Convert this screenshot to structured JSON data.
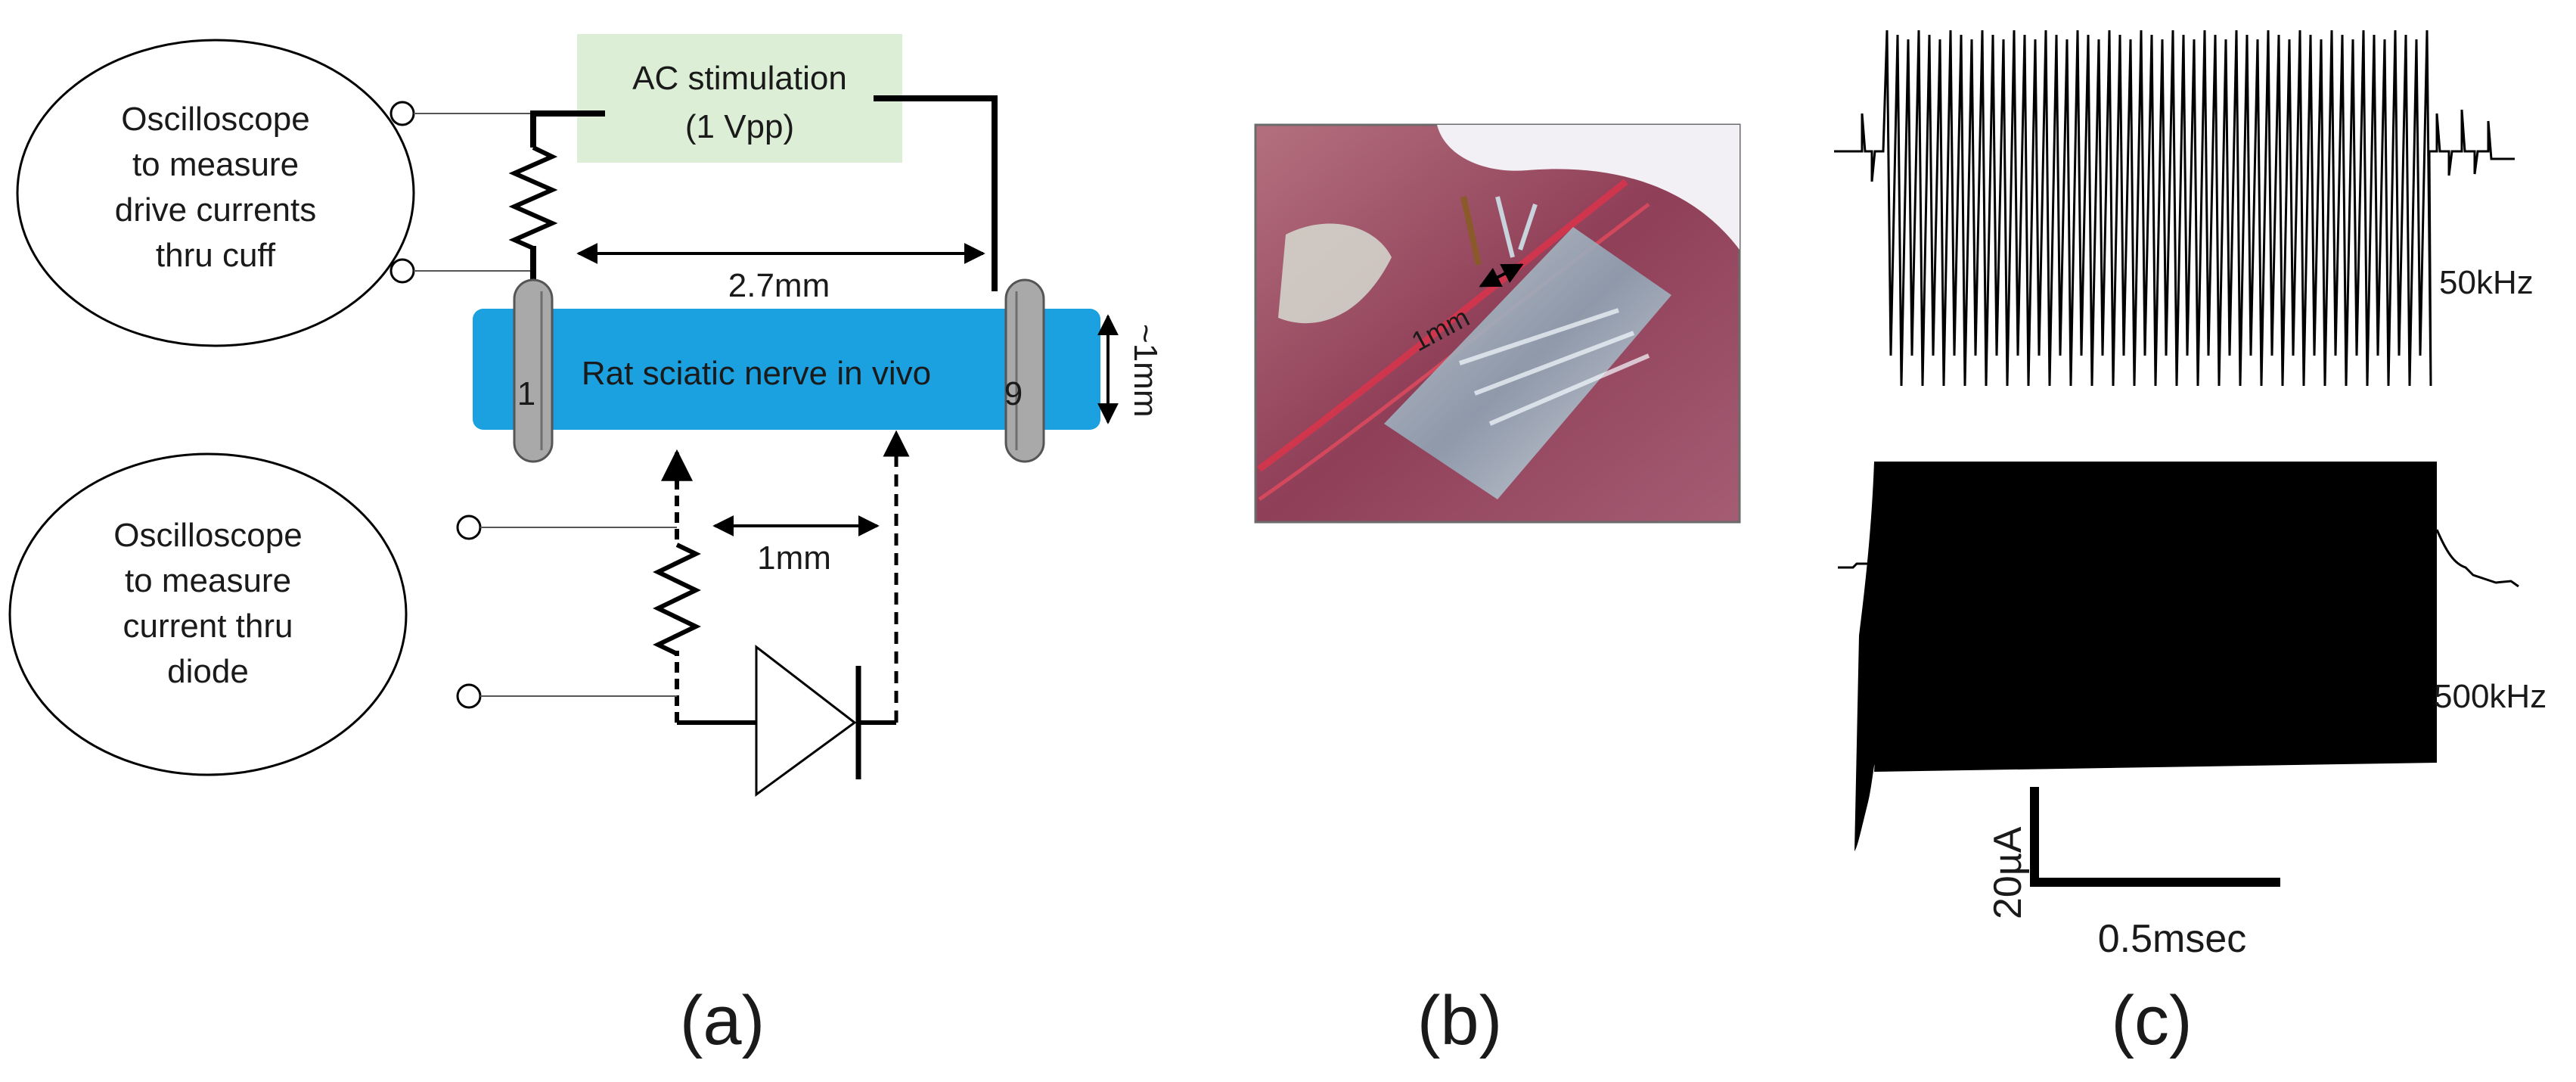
{
  "panels": {
    "a": "(a)",
    "b": "(b)",
    "c": "(c)"
  },
  "panel_a": {
    "ac_line1": "AC stimulation",
    "ac_line2": "(1 Vpp)",
    "osc1": [
      "Oscilloscope",
      "to measure",
      "drive currents",
      "thru cuff"
    ],
    "osc2": [
      "Oscilloscope",
      "to measure",
      "current thru",
      "diode"
    ],
    "nerve_label": "Rat sciatic nerve in vivo",
    "electrode_left": "1",
    "electrode_right": "9",
    "spacing_top": "2.7mm",
    "diameter": "~1mm",
    "spacing_bottom": "1mm"
  },
  "panel_b": {
    "spacing": "1mm"
  },
  "panel_c": {
    "trace_top_freq": "50kHz",
    "trace_bottom_freq": "500kHz",
    "scale_y": "20µA",
    "scale_x": "0.5msec"
  },
  "colors": {
    "nerve": "#1ba0e0",
    "ac_box": "#dcefd6",
    "electrode": "#a9a9a9",
    "ink": "#000000"
  }
}
